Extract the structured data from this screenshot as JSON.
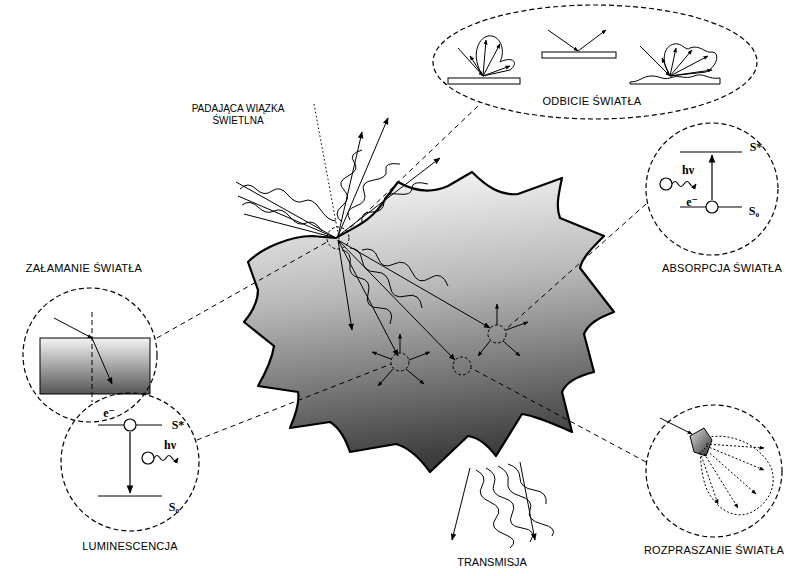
{
  "diagram": {
    "nodes": [
      {
        "text": [
          "ODBICIE ŚWIATŁA"
        ]
      },
      {
        "text": [
          "ZAŁAMANIE ŚWIATŁA"
        ]
      },
      {
        "text": [
          "S*",
          "hν",
          "e⁻",
          "S₀",
          "ABSORPCJA ŚWIATŁA"
        ]
      },
      {
        "text": [
          "ROZPRASZANIE ŚWIATŁA"
        ]
      },
      {
        "text": [
          "e⁻",
          "S*",
          "hν",
          "S₀",
          "LUMINESCENCJA"
        ]
      }
    ],
    "labels": [
      "PADAJĄCA WIĄZKA ŚWIETLNA",
      "TRANSMISJA"
    ]
  }
}
